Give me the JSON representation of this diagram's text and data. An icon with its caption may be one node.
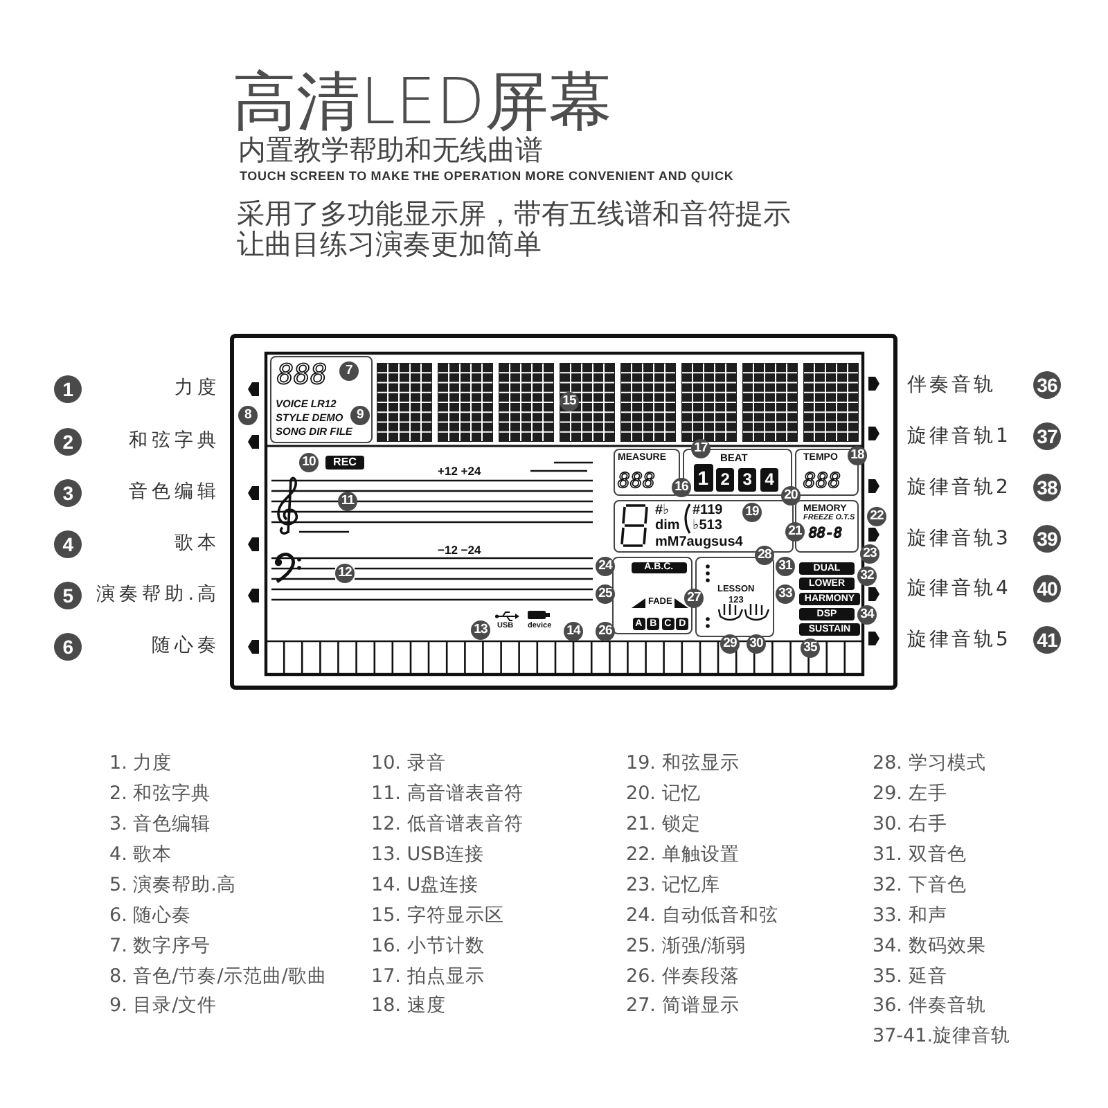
{
  "diagram": {
    "title": "高清LED屏幕",
    "nodes": [
      {
        "text": [],
        "shape": "box"
      },
      {
        "text": [
          "888",
          "VOICE LR12",
          "STYLE DEMO",
          "SONG DIR FILE"
        ],
        "in": 0
      },
      {
        "text": [
          "REC"
        ],
        "in": 0
      },
      {
        "text": [
          "MEASURE",
          "888"
        ],
        "in": 0
      },
      {
        "text": [
          "BEAT"
        ],
        "in": 0
      },
      {
        "text": [
          "1"
        ],
        "in": 4
      },
      {
        "text": [
          "2"
        ],
        "in": 4
      },
      {
        "text": [
          "3"
        ],
        "in": 4
      },
      {
        "text": [
          "4"
        ],
        "in": 4
      },
      {
        "text": [
          "TEMPO",
          "888"
        ],
        "in": 0
      },
      {
        "text": [
          "#♭",
          "dim",
          "#119",
          "♭513",
          "mM7augsus4"
        ],
        "in": 0
      },
      {
        "text": [
          "MEMORY",
          "FREEZE O.T.S",
          "88-8"
        ],
        "in": 0
      },
      {
        "text": [
          "FADE"
        ],
        "in": 0
      },
      {
        "text": [
          "A.B.C."
        ],
        "in": 12
      },
      {
        "text": [
          "A"
        ],
        "in": 12
      },
      {
        "text": [
          "B"
        ],
        "in": 12
      },
      {
        "text": [
          "C"
        ],
        "in": 12
      },
      {
        "text": [
          "D"
        ],
        "in": 12
      },
      {
        "text": [
          "LESSON",
          "123"
        ],
        "in": 0
      },
      {
        "text": [
          "DUAL"
        ],
        "in": 0
      },
      {
        "text": [
          "LOWER"
        ],
        "in": 0
      },
      {
        "text": [
          "HARMONY"
        ],
        "in": 0
      },
      {
        "text": [
          "DSP"
        ],
        "in": 0
      },
      {
        "text": [
          "SUSTAIN"
        ],
        "in": 0
      }
    ],
    "labels": [
      "内置教学帮助和无线曲谱",
      "TOUCH SCREEN TO MAKE THE OPERATION MORE CONVENIENT AND QUICK",
      "采用了多功能显示屏，带有五线谱和音符提示让曲目练习演奏更加简单",
      "1",
      "力度",
      "2",
      "和弦字典",
      "3",
      "音色编辑",
      "4",
      "歌本",
      "5",
      "演奏帮助.高",
      "6",
      "随心奏",
      "伴奏音轨",
      "36",
      "旋律音轨1",
      "37",
      "旋律音轨2",
      "38",
      "旋律音轨3",
      "39",
      "旋律音轨4",
      "40",
      "旋律音轨5",
      "41",
      "7",
      "8",
      "9",
      "10",
      "11",
      "12",
      "13",
      "14",
      "15",
      "16",
      "17",
      "18",
      "19",
      "20",
      "21",
      "22",
      "23",
      "24",
      "25",
      "26",
      "27",
      "28",
      "29",
      "30",
      "31",
      "32",
      "33",
      "34",
      "35",
      "+12 +24",
      "−12 −24",
      "USB",
      "device",
      "1. 力度",
      "2. 和弦字典",
      "3. 音色编辑",
      "4. 歌本",
      "5. 演奏帮助.高",
      "6. 随心奏",
      "7. 数字序号",
      "8. 音色/节奏/示范曲/歌曲",
      "9. 目录/文件",
      "10. 录音",
      "11. 高音谱表音符",
      "12. 低音谱表音符",
      "13. USB连接",
      "14. U盘连接",
      "15. 字符显示区",
      "16. 小节计数",
      "17. 拍点显示",
      "18. 速度",
      "19. 和弦显示",
      "20. 记忆",
      "21. 锁定",
      "22. 单触设置",
      "23. 记忆库",
      "24. 自动低音和弦",
      "25. 渐强/渐弱",
      "26. 伴奏段落",
      "27. 简谱显示",
      "28. 学习模式",
      "29. 左手",
      "30. 右手",
      "31. 双音色",
      "32. 下音色",
      "33. 和声",
      "34. 数码效果",
      "35. 延音",
      "36. 伴奏音轨",
      "37-41.旋律音轨"
    ]
  }
}
